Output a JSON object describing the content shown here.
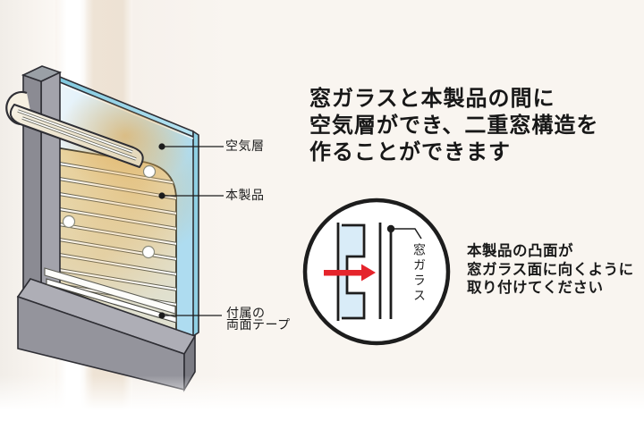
{
  "headline": {
    "lines": [
      "窓ガラスと本製品の間に",
      "空気層ができ、二重窓構造を",
      "作ることができます"
    ]
  },
  "illustration_labels": {
    "air_layer": "空気層",
    "product": "本製品",
    "tape_line1": "付属の",
    "tape_line2": "両面テープ"
  },
  "circle_diagram": {
    "glass_label": "窓ガラス",
    "note_lines": [
      "本製品の凸面が",
      "窓ガラス面に向くように",
      "取り付けてください"
    ]
  },
  "colors": {
    "arrow_red": "#e5242b",
    "glass_blue": "#cde9f6",
    "pocket_blue": "#d9ecf8",
    "sheet_tan": "#e6d4a4",
    "warm_glow": "#dfa64d",
    "frame_gray": "#94949c",
    "text_dark": "#171717"
  }
}
